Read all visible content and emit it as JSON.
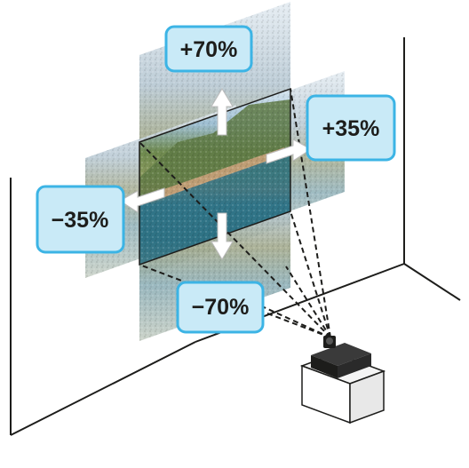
{
  "shift_labels": {
    "up": "+70%",
    "right": "+35%",
    "left": "−35%",
    "down": "−70%"
  },
  "colors": {
    "badge_fill": "#c9eaf7",
    "badge_stroke": "#3cb4e5",
    "arrow": "#ffffff",
    "line": "#1d1d1b"
  },
  "icons": {
    "projector": "projector-icon",
    "arrows": "arrow-icon"
  }
}
